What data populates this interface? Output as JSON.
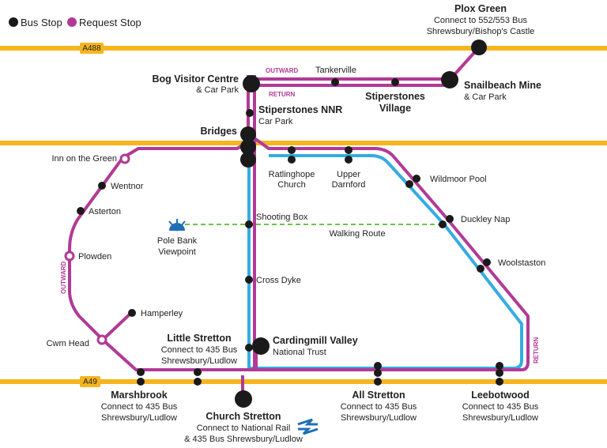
{
  "legend": {
    "bus_stop": "Bus Stop",
    "request_stop": "Request Stop"
  },
  "colors": {
    "road": "#f6b51e",
    "purple_route": "#b13a96",
    "blue_route": "#35abe2",
    "walking_route": "#6cc24a",
    "stop": "#1a1a1a"
  },
  "roads": {
    "north": "A488",
    "south": "A49"
  },
  "route_labels": {
    "outward_top": "OUTWARD",
    "return_top": "RETURN",
    "outward_left": "OUTWARD",
    "return_right": "RETURN",
    "walking": "Walking Route"
  },
  "stops": {
    "plox_green": {
      "name": "Plox Green",
      "line1": "Connect to 552/553 Bus",
      "line2": "Shrewsbury/Bishop's Castle"
    },
    "tankerville": {
      "name": "Tankerville"
    },
    "bog_visitor": {
      "name": "Bog Visitor Centre",
      "line1": "& Car Park"
    },
    "stiperstones_village": {
      "line1": "Stiperstones",
      "line2": "Village"
    },
    "snailbeach": {
      "name": "Snailbeach Mine",
      "line1": "& Car Park"
    },
    "stiperstones_nnr": {
      "name": "Stiperstones NNR",
      "line1": "Car Park"
    },
    "bridges": {
      "name": "Bridges"
    },
    "inn_green": {
      "name": "Inn on the Green"
    },
    "ratlinghope": {
      "line1": "Ratlinghope",
      "line2": "Church"
    },
    "upper_darnford": {
      "line1": "Upper",
      "line2": "Darnford"
    },
    "wildmoor": {
      "name": "Wildmoor Pool"
    },
    "wentnor": {
      "name": "Wentnor"
    },
    "asterton": {
      "name": "Asterton"
    },
    "shooting_box": {
      "name": "Shooting Box"
    },
    "duckley_nap": {
      "name": "Duckley Nap"
    },
    "pole_bank": {
      "line1": "Pole Bank",
      "line2": "Viewpoint"
    },
    "plowden": {
      "name": "Plowden"
    },
    "woolstaston": {
      "name": "Woolstaston"
    },
    "cross_dyke": {
      "name": "Cross Dyke"
    },
    "hamperley": {
      "name": "Hamperley"
    },
    "cwm_head": {
      "name": "Cwm Head"
    },
    "little_stretton": {
      "name": "Little Stretton",
      "line1": "Connect to 435 Bus",
      "line2": "Shrewsbury/Ludlow"
    },
    "cardingmill": {
      "name": "Cardingmill Valley",
      "line1": "National Trust"
    },
    "marshbrook": {
      "name": "Marshbrook",
      "line1": "Connect to 435 Bus",
      "line2": "Shrewsbury/Ludlow"
    },
    "church_stretton": {
      "name": "Church Stretton",
      "line1": "Connect to National Rail",
      "line2": "& 435 Bus Shrewsbury/Ludlow"
    },
    "all_stretton": {
      "name": "All Stretton",
      "line1": "Connect to 435 Bus",
      "line2": "Shrewsbury/Ludlow"
    },
    "leebotwood": {
      "name": "Leebotwood",
      "line1": "Connect to 435 Bus",
      "line2": "Shrewsbury/Ludlow"
    }
  }
}
